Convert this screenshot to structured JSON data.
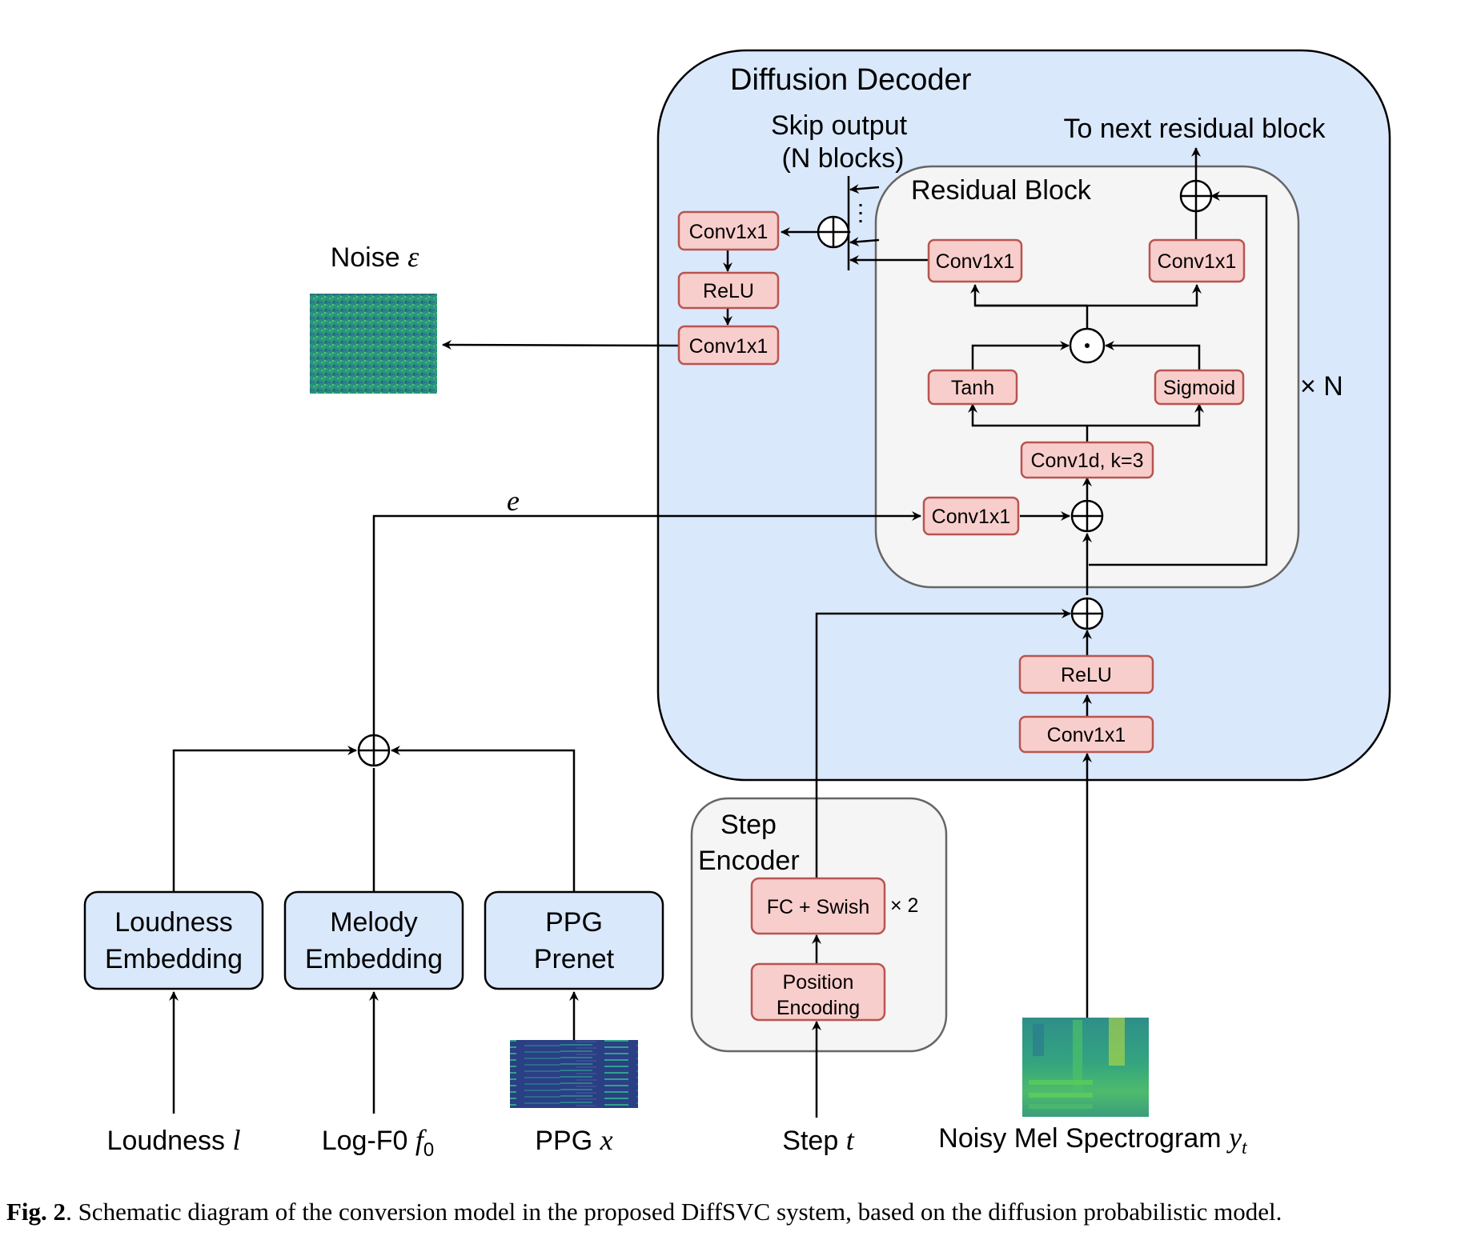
{
  "decoder": {
    "title": "Diffusion Decoder",
    "skip_output_line1": "Skip output",
    "skip_output_line2": "(N blocks)",
    "to_next": "To next residual block",
    "residual_block_title": "Residual Block",
    "repeat_label": "× N",
    "blocks": {
      "skip_conv": "Conv1x1",
      "next_conv": "Conv1x1",
      "tanh": "Tanh",
      "sigmoid": "Sigmoid",
      "conv1d": "Conv1d, k=3",
      "cond_conv": "Conv1x1",
      "out_conv1": "Conv1x1",
      "out_relu": "ReLU",
      "out_conv2": "Conv1x1",
      "in_relu": "ReLU",
      "in_conv": "Conv1x1"
    }
  },
  "noise": {
    "label": "Noise ",
    "symbol": "ε"
  },
  "cond_symbol": "e",
  "step_encoder": {
    "title_line1": "Step",
    "title_line2": "Encoder",
    "fc_swish": "FC + Swish",
    "repeat_label": "× 2",
    "pos_enc_line1": "Position",
    "pos_enc_line2": "Encoding"
  },
  "embeddings": {
    "loudness_line1": "Loudness",
    "loudness_line2": "Embedding",
    "melody_line1": "Melody",
    "melody_line2": "Embedding",
    "ppg_line1": "PPG",
    "ppg_line2": "Prenet"
  },
  "inputs": {
    "loudness": {
      "label": "Loudness ",
      "symbol": "l"
    },
    "logf0": {
      "label": "Log-F0 ",
      "symbol": "f",
      "subscript": "0"
    },
    "ppg": {
      "label": "PPG ",
      "symbol": "x"
    },
    "step": {
      "label": "Step ",
      "symbol": "t"
    },
    "mel": {
      "label": "Noisy Mel Spectrogram ",
      "symbol": "y",
      "subscript": "t"
    }
  },
  "colors": {
    "decoder_fill": "#dae8fc",
    "block_fill": "#f8cecc",
    "block_stroke": "#b85450",
    "grey_fill": "#f5f5f5"
  },
  "caption": {
    "label": "Fig. 2",
    "text": ". Schematic diagram of the conversion model in the proposed DiffSVC system, based on the diffusion probabilistic model."
  }
}
